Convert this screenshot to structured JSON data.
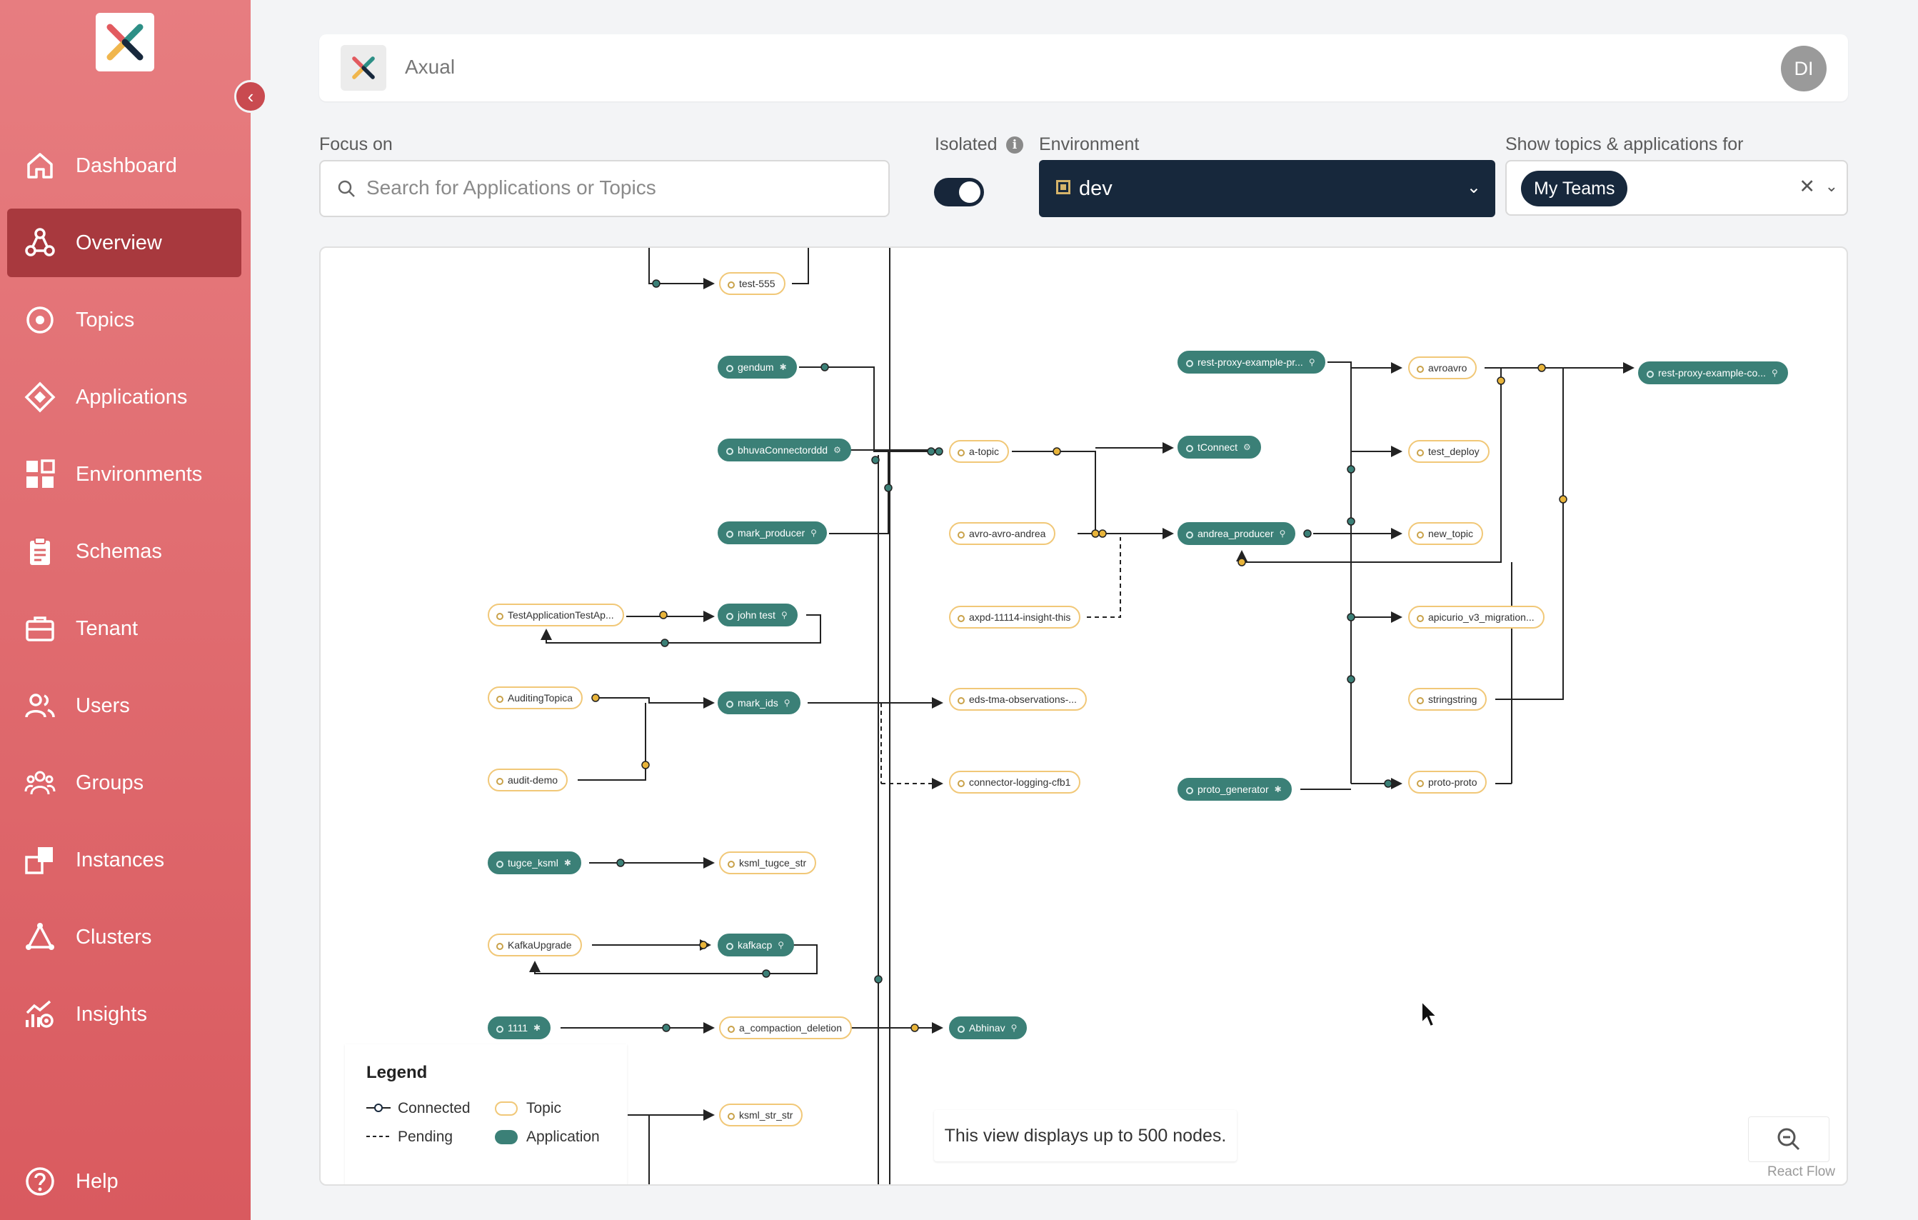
{
  "brand": {
    "colors": {
      "sidebar": "#dd6468",
      "sidebar_active": "#a8393e",
      "navy": "#17283c",
      "app_node": "#3b8077",
      "topic_border": "#f1c878"
    }
  },
  "sidebar": {
    "collapse_icon": "chevron-left-icon",
    "items": [
      {
        "label": "Dashboard",
        "icon": "home-icon"
      },
      {
        "label": "Overview",
        "icon": "overview-nodes-icon",
        "active": true
      },
      {
        "label": "Topics",
        "icon": "topic-icon"
      },
      {
        "label": "Applications",
        "icon": "application-icon"
      },
      {
        "label": "Environments",
        "icon": "grid-icon"
      },
      {
        "label": "Schemas",
        "icon": "clipboard-icon"
      },
      {
        "label": "Tenant",
        "icon": "briefcase-icon"
      },
      {
        "label": "Users",
        "icon": "users-icon"
      },
      {
        "label": "Groups",
        "icon": "groups-icon"
      },
      {
        "label": "Instances",
        "icon": "instances-icon"
      },
      {
        "label": "Clusters",
        "icon": "cluster-icon"
      },
      {
        "label": "Insights",
        "icon": "insights-icon"
      }
    ],
    "help": {
      "label": "Help",
      "icon": "help-icon"
    }
  },
  "header": {
    "tenant_name": "Axual",
    "avatar_initials": "DI"
  },
  "filters": {
    "focus_label": "Focus on",
    "search_placeholder": "Search for Applications or Topics",
    "isolated_label": "Isolated",
    "isolated_on": true,
    "environment_label": "Environment",
    "environment_value": "dev",
    "show_for_label": "Show topics & applications for",
    "show_for_chip": "My Teams"
  },
  "graph": {
    "nodes": [
      {
        "label": "test-555",
        "kind": "topic"
      },
      {
        "label": "gendum",
        "kind": "app",
        "tail": "✱"
      },
      {
        "label": "bhuvaConnectorddd",
        "kind": "app",
        "tail": "⚙"
      },
      {
        "label": "mark_producer",
        "kind": "app",
        "tail": "⚲"
      },
      {
        "label": "TestApplicationTestAp...",
        "kind": "topic"
      },
      {
        "label": "john test",
        "kind": "app",
        "tail": "⚲"
      },
      {
        "label": "AuditingTopica",
        "kind": "topic"
      },
      {
        "label": "mark_ids",
        "kind": "app",
        "tail": "⚲"
      },
      {
        "label": "audit-demo",
        "kind": "topic"
      },
      {
        "label": "tugce_ksml",
        "kind": "app",
        "tail": "✱"
      },
      {
        "label": "ksml_tugce_str",
        "kind": "topic"
      },
      {
        "label": "KafkaUpgrade",
        "kind": "topic"
      },
      {
        "label": "kafkacp",
        "kind": "app",
        "tail": "⚲"
      },
      {
        "label": "1111",
        "kind": "app",
        "tail": "✱"
      },
      {
        "label": "a_compaction_deletion",
        "kind": "topic"
      },
      {
        "label": "Abhinav",
        "kind": "app",
        "tail": "⚲"
      },
      {
        "label": "ksml_str_str",
        "kind": "topic"
      },
      {
        "label": "a-topic",
        "kind": "topic"
      },
      {
        "label": "avro-avro-andrea",
        "kind": "topic"
      },
      {
        "label": "axpd-11114-insight-this",
        "kind": "topic"
      },
      {
        "label": "eds-tma-observations-...",
        "kind": "topic"
      },
      {
        "label": "connector-logging-cfb1",
        "kind": "topic"
      },
      {
        "label": "rest-proxy-example-pr...",
        "kind": "app",
        "tail": "⚲"
      },
      {
        "label": "tConnect",
        "kind": "app",
        "tail": "⚙"
      },
      {
        "label": "andrea_producer",
        "kind": "app",
        "tail": "⚲"
      },
      {
        "label": "proto_generator",
        "kind": "app",
        "tail": "✱"
      },
      {
        "label": "avroavro",
        "kind": "topic"
      },
      {
        "label": "test_deploy",
        "kind": "topic"
      },
      {
        "label": "new_topic",
        "kind": "topic"
      },
      {
        "label": "apicurio_v3_migration...",
        "kind": "topic"
      },
      {
        "label": "stringstring",
        "kind": "topic"
      },
      {
        "label": "proto-proto",
        "kind": "topic"
      },
      {
        "label": "rest-proxy-example-co...",
        "kind": "app",
        "tail": "⚲"
      }
    ]
  },
  "legend": {
    "title": "Legend",
    "connected": "Connected",
    "pending": "Pending",
    "topic": "Topic",
    "application": "Application"
  },
  "info_message": "This view displays up to 500 nodes.",
  "zoom_icon": "zoom-out-icon",
  "attribution": "React Flow"
}
